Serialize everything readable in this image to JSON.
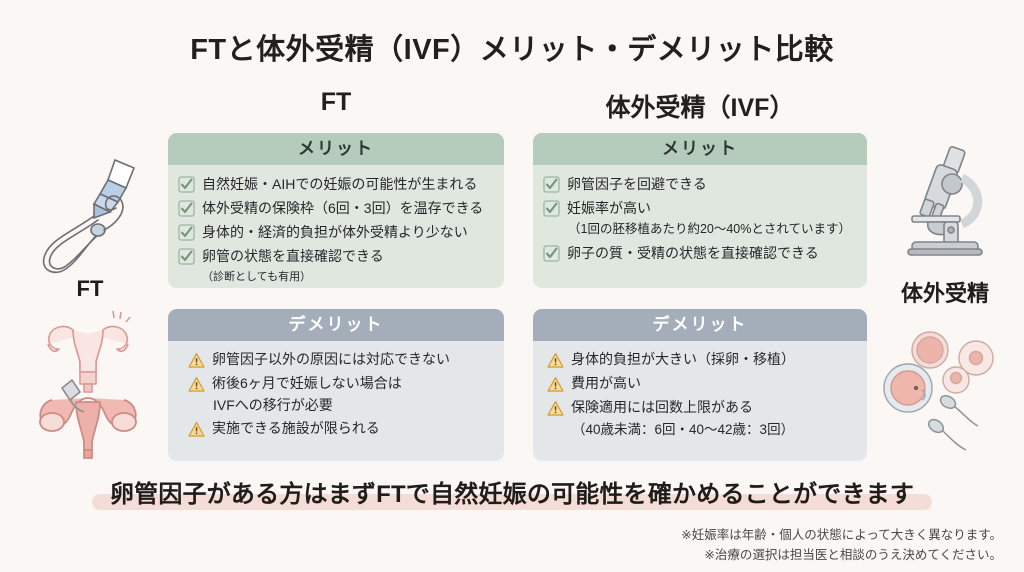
{
  "title": "FTと体外受精（IVF）メリット・デメリット比較",
  "columns": {
    "ft": "FT",
    "ivf": "体外受精（IVF）"
  },
  "panels": {
    "ft_merit": {
      "heading": "メリット",
      "icon": "check-icon",
      "items": [
        {
          "text": "自然妊娠・AIHでの妊娠の可能性が生まれる"
        },
        {
          "text": "体外受精の保険枠（6回・3回）を温存できる"
        },
        {
          "text": "身体的・経済的負担が体外受精より少ない"
        },
        {
          "text": "卵管の状態を直接確認できる",
          "note": "（診断としても有用）"
        }
      ]
    },
    "ivf_merit": {
      "heading": "メリット",
      "icon": "check-icon",
      "items": [
        {
          "text": "卵管因子を回避できる"
        },
        {
          "text": "妊娠率が高い",
          "sub": "（1回の胚移植あたり約20〜40%とされています）"
        },
        {
          "text": "卵子の質・受精の状態を直接確認できる"
        }
      ]
    },
    "ft_demerit": {
      "heading": "デメリット",
      "icon": "warning-icon",
      "items": [
        {
          "text": "卵管因子以外の原因には対応できない"
        },
        {
          "text": "術後6ヶ月で妊娠しない場合は",
          "sub": "IVFへの移行が必要"
        },
        {
          "text": "実施できる施設が限られる"
        }
      ]
    },
    "ivf_demerit": {
      "heading": "デメリット",
      "icon": "warning-icon",
      "items": [
        {
          "text": "身体的負担が大きい（採卵・移植）"
        },
        {
          "text": "費用が高い"
        },
        {
          "text": "保険適用には回数上限がある",
          "sub": "（40歳未満：6回・40〜42歳：3回）"
        }
      ]
    }
  },
  "banner": "卵管因子がある方はまずFTで自然妊娠の可能性を確かめることができます",
  "footnotes": [
    "※妊娠率は年齢・個人の状態によって大きく異なります。",
    "※治療の選択は担当医と相談のうえ決めてください。"
  ],
  "side": {
    "left_label": "FT",
    "right_label": "体外受精",
    "left_top_illustration": "ft-catheter-illustration",
    "left_bottom_illustration": "uterus-fallopian-tube-illustration",
    "right_top_illustration": "microscope-illustration",
    "right_bottom_illustration": "egg-and-sperm-illustration"
  },
  "colors": {
    "background": "#faf7f4",
    "merit_header": "#b5cbbc",
    "merit_body": "#dfe7df",
    "demerit_header": "#a4aeba",
    "demerit_body": "#e4e7ea",
    "banner_highlight": "#f4ddd6",
    "check_icon": "#6f9a7a",
    "warning_icon": "#e8b44a"
  }
}
